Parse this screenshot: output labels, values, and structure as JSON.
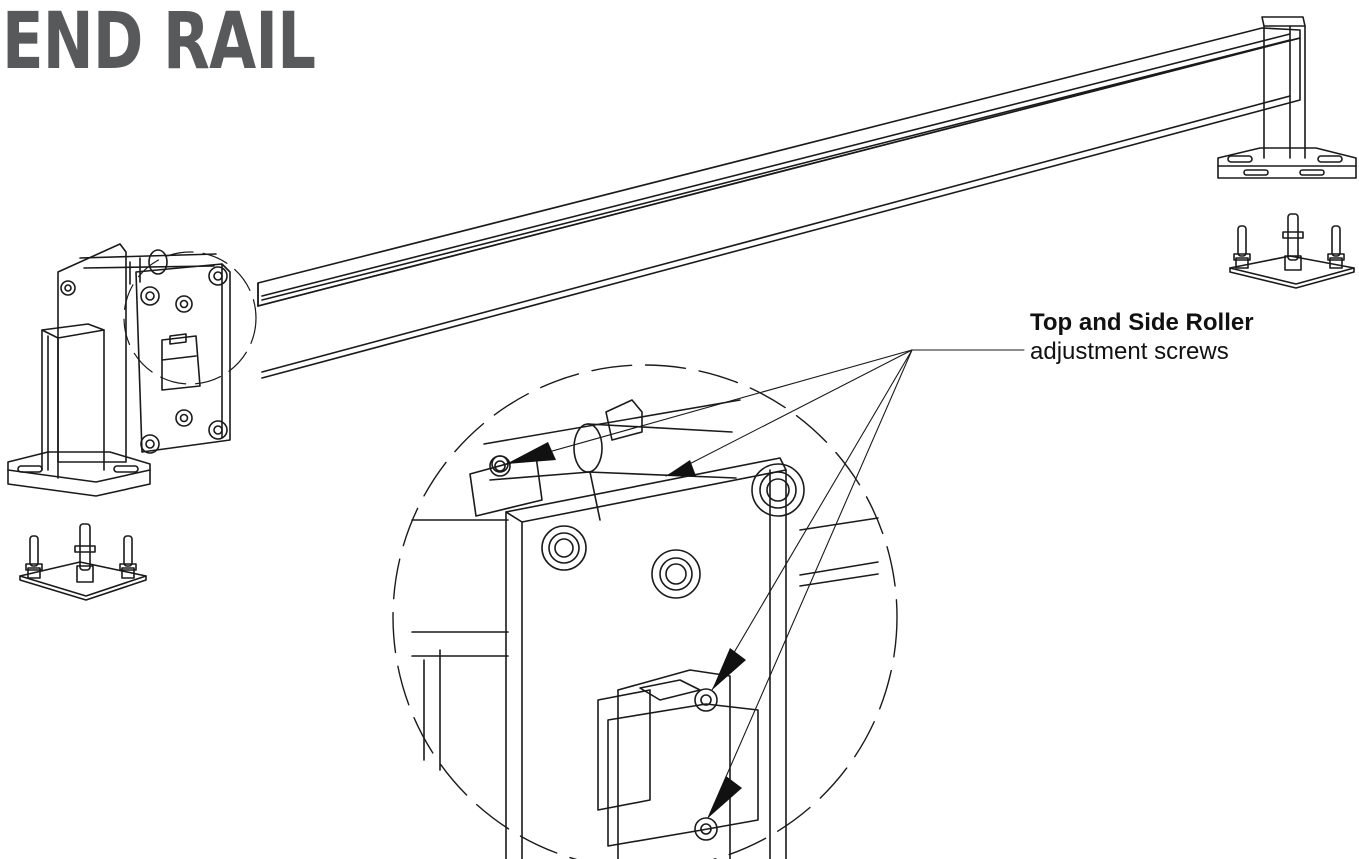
{
  "title": "END RAIL",
  "callout": {
    "label_bold": "Top and Side Roller",
    "label_regular": "adjustment screws"
  },
  "colors": {
    "title": "#58595b",
    "line": "#1a1a1a"
  }
}
